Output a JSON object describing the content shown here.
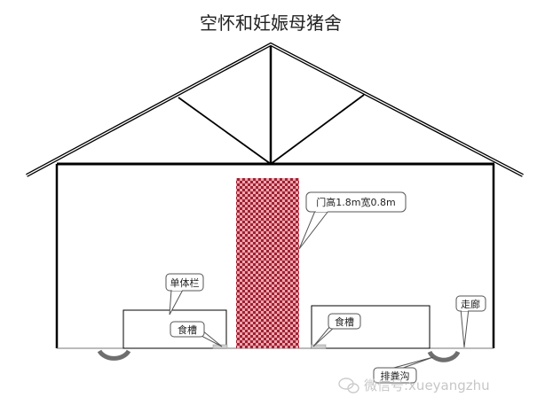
{
  "title": "空怀和妊娠母猪舍",
  "labels": {
    "door": "门高1.8m宽0.8m",
    "stall": "单体栏",
    "trough_left": "食槽",
    "trough_right": "食槽",
    "corridor": "走廊",
    "drain": "排粪沟"
  },
  "watermark": {
    "icon": "wechat-icon",
    "text": "微信号:xueyangzhu"
  },
  "colors": {
    "line": "#000000",
    "door_fill": "#e06a7a",
    "door_check": "#8a1f2a",
    "drain": "#6e6e6e",
    "trough": "#cfcfcf"
  }
}
